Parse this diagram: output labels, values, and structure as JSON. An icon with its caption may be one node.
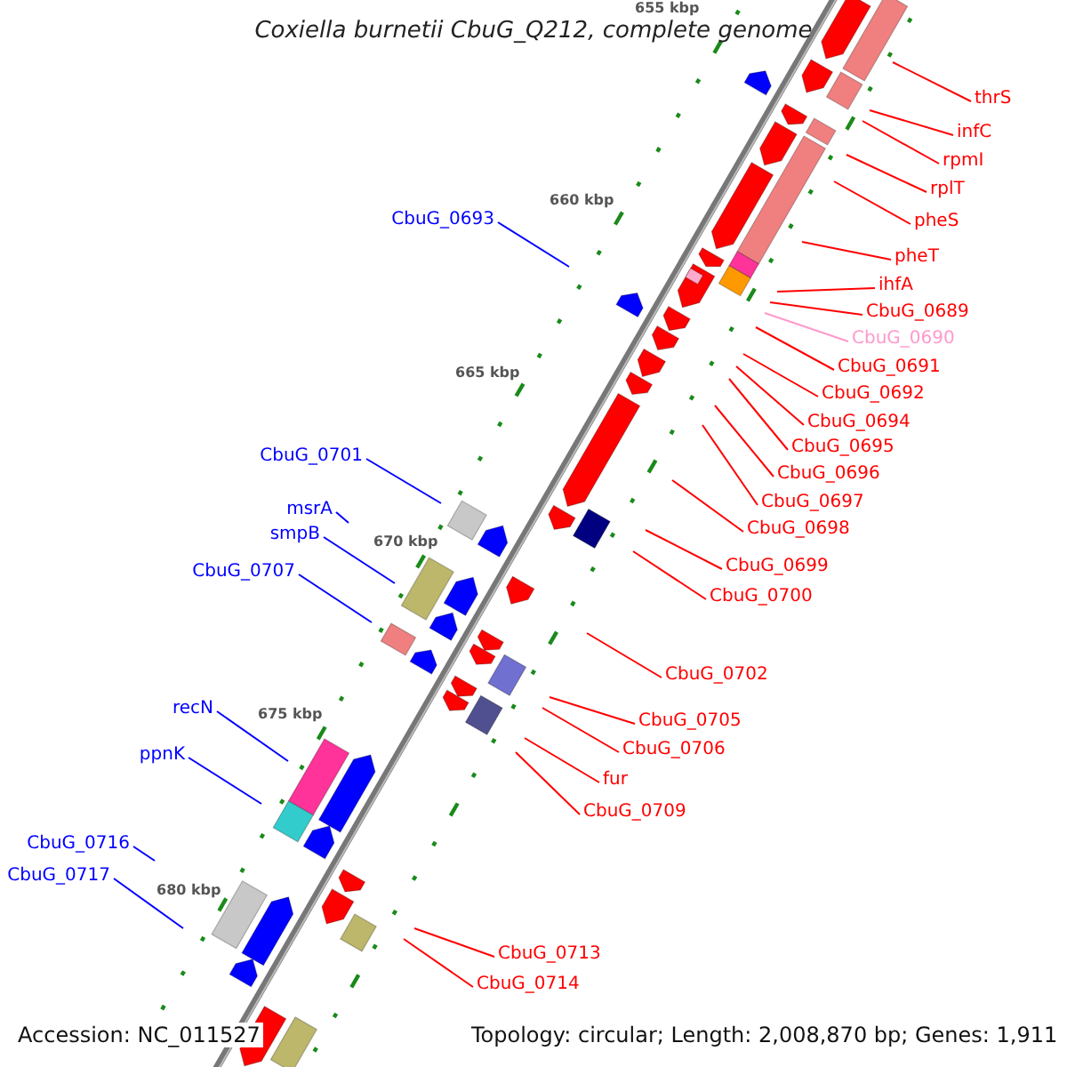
{
  "diagram": {
    "title": "Coxiella burnetii CbuG_Q212, complete genome",
    "nodes": [
      {
        "text": [
          "thrS"
        ]
      },
      {
        "text": [
          "infC"
        ]
      },
      {
        "text": [
          "rpmI"
        ]
      },
      {
        "text": [
          "rplT"
        ]
      },
      {
        "text": [
          "pheS"
        ]
      },
      {
        "text": [
          "pheT"
        ]
      },
      {
        "text": [
          "ihfA"
        ]
      },
      {
        "text": [
          "CbuG_0689"
        ]
      },
      {
        "text": [
          "CbuG_0690"
        ]
      },
      {
        "text": [
          "CbuG_0691"
        ]
      },
      {
        "text": [
          "CbuG_0692"
        ]
      },
      {
        "text": [
          "CbuG_0694"
        ]
      },
      {
        "text": [
          "CbuG_0695"
        ]
      },
      {
        "text": [
          "CbuG_0696"
        ]
      },
      {
        "text": [
          "CbuG_0697"
        ]
      },
      {
        "text": [
          "CbuG_0698"
        ]
      },
      {
        "text": [
          "CbuG_0699"
        ]
      },
      {
        "text": [
          "CbuG_0700"
        ]
      },
      {
        "text": [
          "CbuG_0702"
        ]
      },
      {
        "text": [
          "CbuG_0705"
        ]
      },
      {
        "text": [
          "CbuG_0706"
        ]
      },
      {
        "text": [
          "fur"
        ]
      },
      {
        "text": [
          "CbuG_0709"
        ]
      },
      {
        "text": [
          "CbuG_0713"
        ]
      },
      {
        "text": [
          "CbuG_0714"
        ]
      },
      {
        "text": [
          "CbuG_0693"
        ]
      },
      {
        "text": [
          "CbuG_0701"
        ]
      },
      {
        "text": [
          "msrA"
        ]
      },
      {
        "text": [
          "smpB"
        ]
      },
      {
        "text": [
          "CbuG_0707"
        ]
      },
      {
        "text": [
          "recN"
        ]
      },
      {
        "text": [
          "ppnK"
        ]
      },
      {
        "text": [
          "CbuG_0716"
        ]
      },
      {
        "text": [
          "CbuG_0717"
        ]
      }
    ],
    "edges": [
      {
        "from": 0,
        "to": null,
        "arrow": "none"
      },
      {
        "from": 1,
        "to": null,
        "arrow": "none"
      },
      {
        "from": 2,
        "to": null,
        "arrow": "none"
      },
      {
        "from": 3,
        "to": null,
        "arrow": "none"
      },
      {
        "from": 4,
        "to": null,
        "arrow": "none"
      },
      {
        "from": 5,
        "to": null,
        "arrow": "none"
      },
      {
        "from": 6,
        "to": null,
        "arrow": "none"
      },
      {
        "from": 7,
        "to": null,
        "arrow": "none"
      },
      {
        "from": 8,
        "to": null,
        "arrow": "none",
        "color": "#ff99cc"
      },
      {
        "from": 9,
        "to": null,
        "arrow": "none"
      },
      {
        "from": 10,
        "to": null,
        "arrow": "none"
      },
      {
        "from": 11,
        "to": null,
        "arrow": "none"
      },
      {
        "from": 12,
        "to": null,
        "arrow": "none"
      },
      {
        "from": 13,
        "to": null,
        "arrow": "none"
      },
      {
        "from": 14,
        "to": null,
        "arrow": "none"
      },
      {
        "from": 15,
        "to": null,
        "arrow": "none"
      },
      {
        "from": 16,
        "to": null,
        "arrow": "none"
      },
      {
        "from": 17,
        "to": null,
        "arrow": "none"
      },
      {
        "from": 18,
        "to": null,
        "arrow": "none"
      },
      {
        "from": 19,
        "to": null,
        "arrow": "none"
      },
      {
        "from": 20,
        "to": null,
        "arrow": "none"
      },
      {
        "from": 21,
        "to": null,
        "arrow": "none"
      },
      {
        "from": 22,
        "to": null,
        "arrow": "none"
      },
      {
        "from": 23,
        "to": null,
        "arrow": "none"
      },
      {
        "from": 24,
        "to": null,
        "arrow": "none"
      },
      {
        "from": 25,
        "to": null,
        "arrow": "none",
        "color": "#0000ff"
      },
      {
        "from": 26,
        "to": null,
        "arrow": "none",
        "color": "#0000ff"
      },
      {
        "from": 27,
        "to": null,
        "arrow": "none",
        "color": "#0000ff"
      },
      {
        "from": 28,
        "to": null,
        "arrow": "none",
        "color": "#0000ff"
      },
      {
        "from": 29,
        "to": null,
        "arrow": "none",
        "color": "#0000ff"
      },
      {
        "from": 30,
        "to": null,
        "arrow": "none",
        "color": "#0000ff"
      },
      {
        "from": 31,
        "to": null,
        "arrow": "none",
        "color": "#0000ff"
      },
      {
        "from": 32,
        "to": null,
        "arrow": "none",
        "color": "#0000ff"
      },
      {
        "from": 33,
        "to": null,
        "arrow": "none",
        "color": "#0000ff"
      }
    ],
    "labels": [
      "655 kbp",
      "660 kbp",
      "665 kbp",
      "670 kbp",
      "675 kbp",
      "680 kbp",
      "Accession: NC_011527",
      "Topology: circular; Length: 2,008,870 bp; Genes: 1,911"
    ]
  }
}
